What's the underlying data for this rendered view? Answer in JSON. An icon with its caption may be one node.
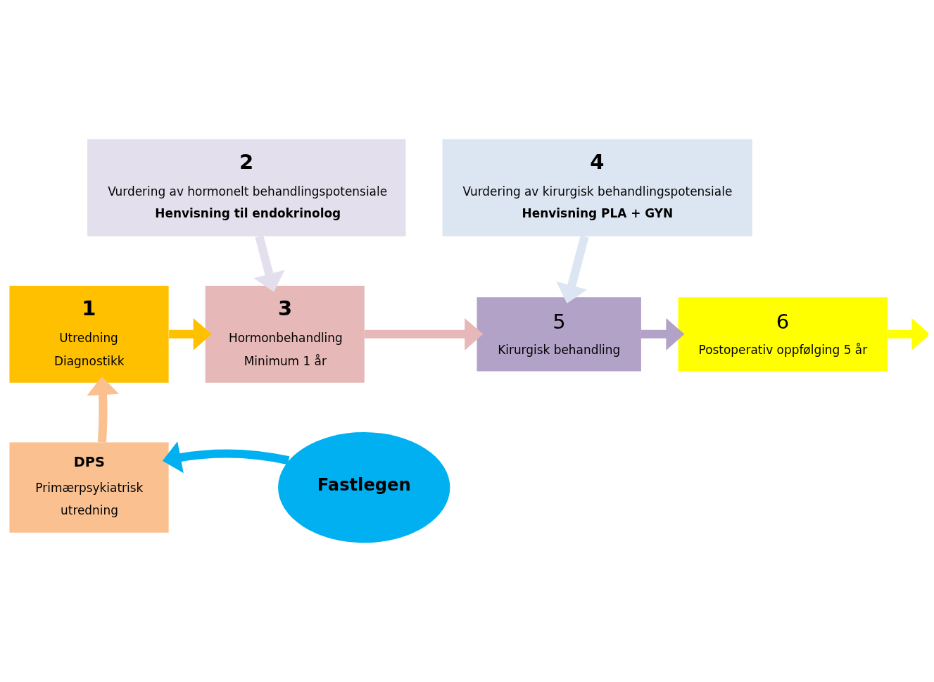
{
  "diagram": {
    "nodes": [
      {
        "text": [
          "2",
          "Vurdering av hormonelt behandlingspotensiale",
          "Henvisning til endokrinolog"
        ]
      },
      {
        "text": [
          "4",
          "Vurdering av kirurgisk behandlingspotensiale",
          "Henvisning PLA + GYN"
        ]
      },
      {
        "text": [
          "1",
          "Utredning",
          "Diagnostikk"
        ]
      },
      {
        "text": [
          "3",
          "Hormonbehandling",
          "Minimum 1 år"
        ]
      },
      {
        "text": [
          "5",
          "Kirurgisk behandling"
        ]
      },
      {
        "text": [
          "6",
          "Postoperativ oppfølging 5 år"
        ]
      },
      {
        "text": [
          "DPS",
          "Primærpsykiatrisk",
          "utredning"
        ]
      },
      {
        "text": [
          "Fastlegen"
        ]
      }
    ],
    "edges": [
      {
        "from": 0,
        "to": 3,
        "arrow": "to",
        "color": "#e4dfec"
      },
      {
        "from": 1,
        "to": 4,
        "arrow": "to",
        "color": "#dce6f2"
      },
      {
        "from": 2,
        "to": 3,
        "arrow": "to",
        "color": "#ffc000"
      },
      {
        "from": 3,
        "to": 4,
        "arrow": "to",
        "color": "#e6b9b8"
      },
      {
        "from": 4,
        "to": 5,
        "arrow": "to",
        "color": "#b3a2c7"
      },
      {
        "from": 5,
        "to": null,
        "arrow": "to",
        "color": "#ffff00"
      },
      {
        "from": 6,
        "to": 2,
        "arrow": "to",
        "color": "#fac090"
      },
      {
        "from": 7,
        "to": 6,
        "arrow": "to",
        "color": "#00b0f0"
      }
    ]
  }
}
